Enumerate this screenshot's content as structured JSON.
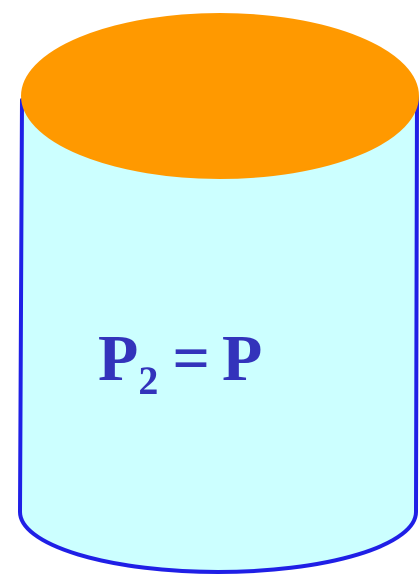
{
  "figure": {
    "label": {
      "symbol": "P",
      "subscript": "2",
      "operator": "=",
      "rhs": "P"
    },
    "colors": {
      "lid_fill": "#FF9900",
      "body_fill": "#CCFFFF",
      "outline": "#1F1FE6",
      "text": "#3333BB"
    }
  }
}
